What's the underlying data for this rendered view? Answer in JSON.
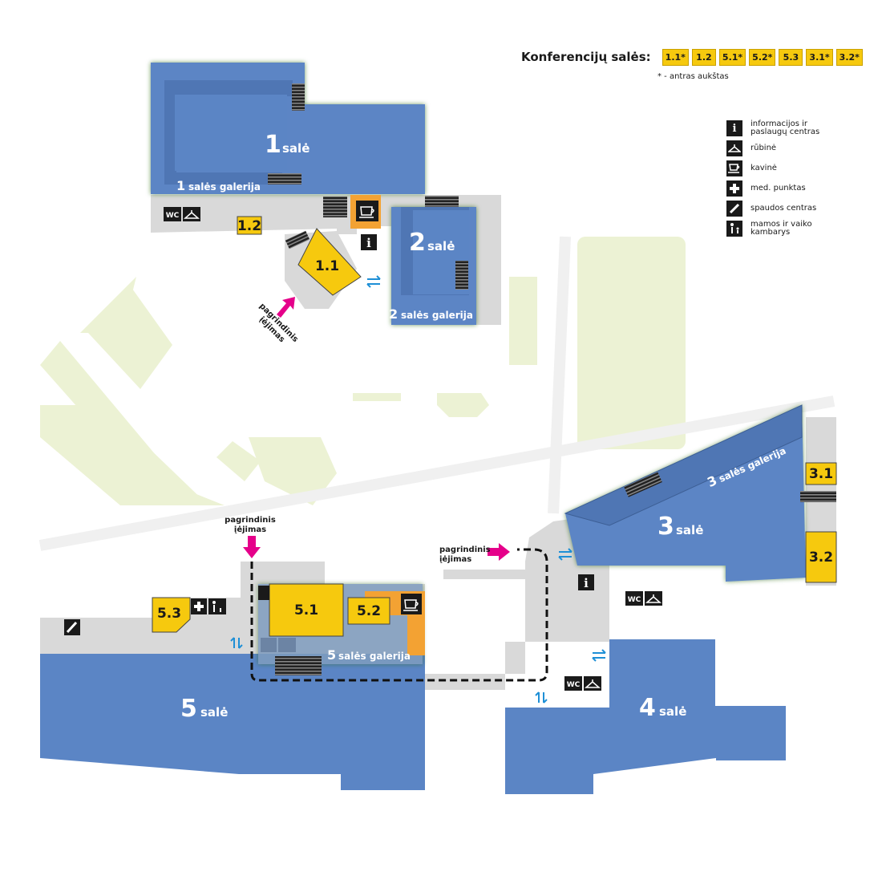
{
  "legend": {
    "conf_title": "Konferencijų salės:",
    "rooms": [
      "1.1*",
      "1.2",
      "5.1*",
      "5.2*",
      "5.3",
      "3.1*",
      "3.2*"
    ],
    "note": "* - antras aukštas"
  },
  "icon_legend": [
    {
      "icon": "info-icon",
      "label": "informacijos ir paslaugų centras"
    },
    {
      "icon": "coat-hanger-icon",
      "label": "rūbinė"
    },
    {
      "icon": "coffee-cup-icon",
      "label": "kavinė"
    },
    {
      "icon": "plus-icon",
      "label": "med. punktas"
    },
    {
      "icon": "pencil-icon",
      "label": "spaudos centras"
    },
    {
      "icon": "mother-child-icon",
      "label": "mamos ir vaiko kambarys"
    }
  ],
  "halls": {
    "h1": {
      "num": "1",
      "word": "salė",
      "gallery_num": "1",
      "gallery_word": "salės galerija"
    },
    "h2": {
      "num": "2",
      "word": "salė",
      "gallery_num": "2",
      "gallery_word": "salės galerija"
    },
    "h3": {
      "num": "3",
      "word": "salė",
      "gallery_num": "3",
      "gallery_word": "salės galerija"
    },
    "h4": {
      "num": "4",
      "word": "salė"
    },
    "h5": {
      "num": "5",
      "word": "salė",
      "gallery_num": "5",
      "gallery_word": "salės galerija"
    }
  },
  "rooms": {
    "r11": "1.1",
    "r12": "1.2",
    "r51": "5.1",
    "r52": "5.2",
    "r53": "5.3",
    "r31": "3.1",
    "r32": "3.2"
  },
  "entrances": {
    "line1": "pagrindinis",
    "line2": "įėjimas"
  },
  "wc": "WC",
  "info_glyph": "i",
  "colors": {
    "hall_blue": "#5b85c5",
    "corridor_grey": "#d9d9d9",
    "room_yellow": "#f6c90e",
    "cafe_orange": "#f3a233",
    "green_area": "#ecf2d4",
    "entrance_magenta": "#e5008a",
    "arrow_blue": "#1e8fd6"
  }
}
